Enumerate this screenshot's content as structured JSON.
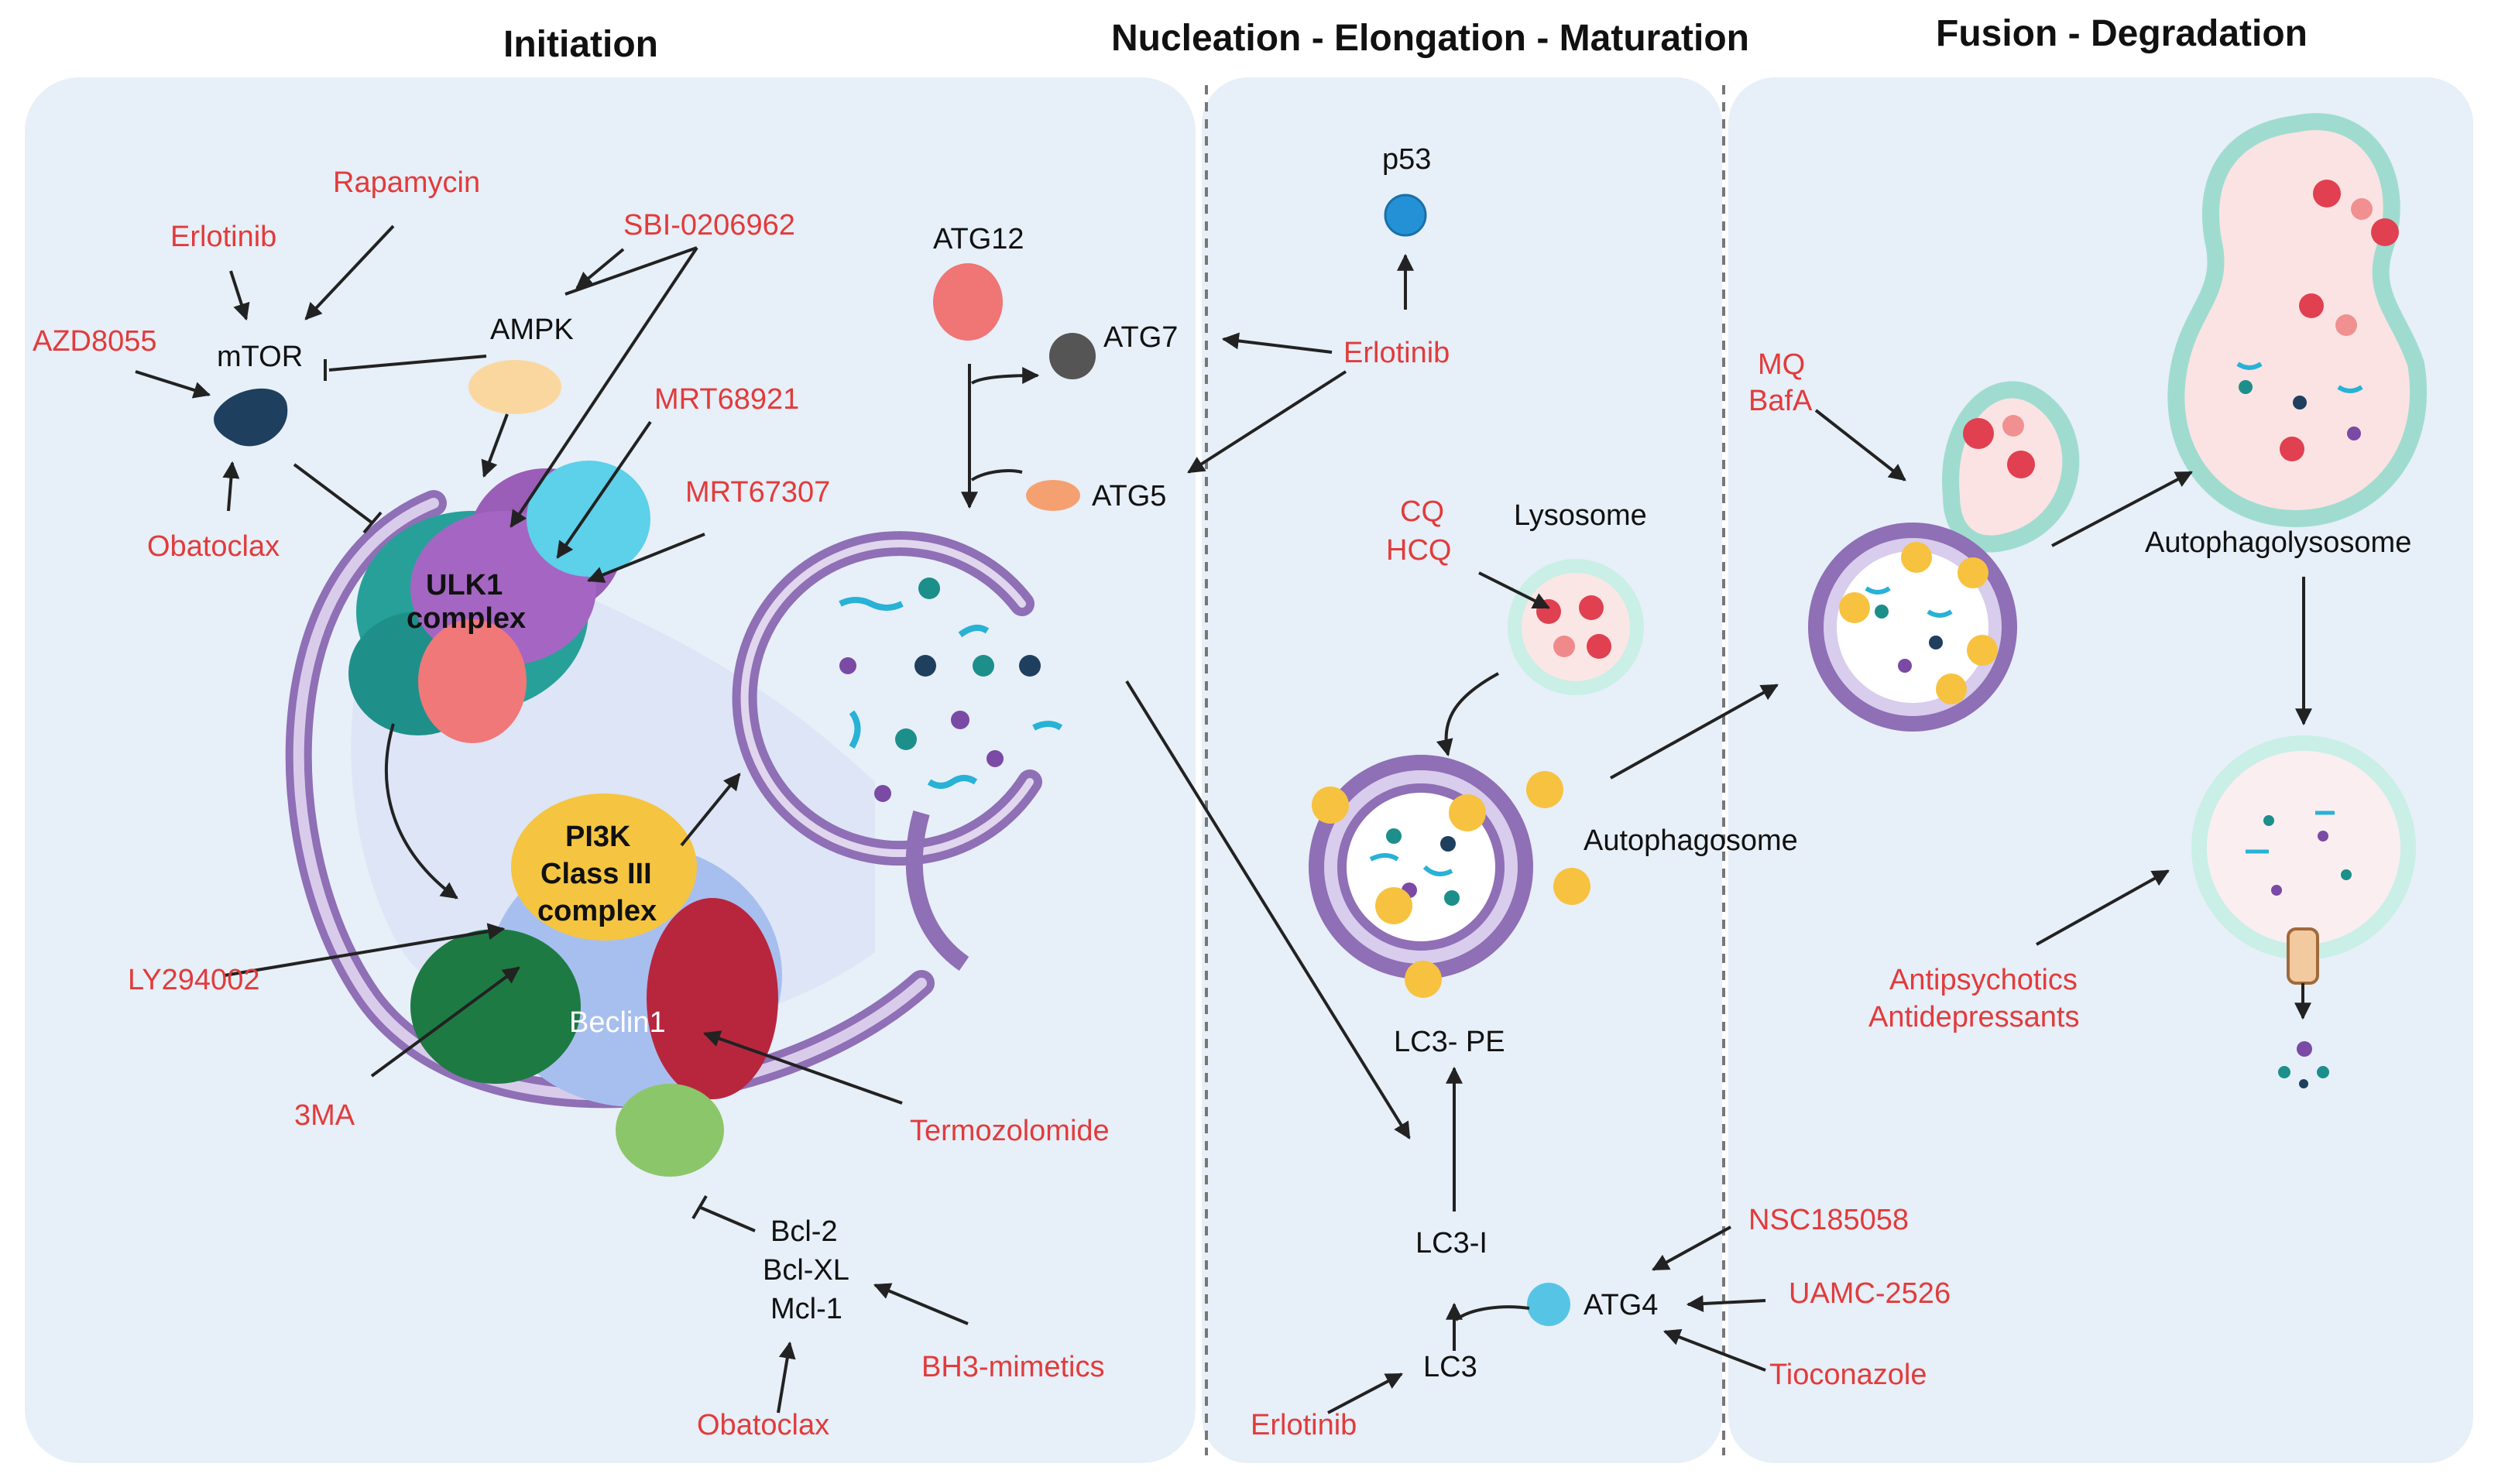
{
  "headers": {
    "initiation": "Initiation",
    "nucleation": "Nucleation - Elongation - Maturation",
    "fusion": "Fusion - Degradation"
  },
  "labels": {
    "rapamycin": "Rapamycin",
    "erlotinib_a": "Erlotinib",
    "sbi": "SBI-0206962",
    "azd": "AZD8055",
    "mtor": "mTOR",
    "ampk": "AMPK",
    "mrt68921": "MRT68921",
    "mrt67307": "MRT67307",
    "obatoclax_a": "Obatoclax",
    "ulk1_line1": "ULK1",
    "ulk1_line2": "complex",
    "pi3k_line1": "PI3K",
    "pi3k_line2": "Class III",
    "pi3k_line3": "complex",
    "beclin1": "Beclin1",
    "ly": "LY294002",
    "threema": "3MA",
    "termozolomide": "Termozolomide",
    "bcl2": "Bcl-2",
    "bclxl": "Bcl-XL",
    "mcl1": "Mcl-1",
    "bh3": "BH3-mimetics",
    "obatoclax_b": "Obatoclax",
    "atg12": "ATG12",
    "atg7": "ATG7",
    "atg5": "ATG5",
    "p53": "p53",
    "erlotinib_b": "Erlotinib",
    "cq": "CQ",
    "hcq": "HCQ",
    "lysosome": "Lysosome",
    "autophagosome": "Autophagosome",
    "lc3pe": "LC3- PE",
    "lc3i": "LC3-I",
    "lc3": "LC3",
    "atg4": "ATG4",
    "erlotinib_c": "Erlotinib",
    "nsc": "NSC185058",
    "uamc": "UAMC-2526",
    "tioconazole": "Tioconazole",
    "mq": "MQ",
    "bafa": "BafA",
    "autophagolysosome": "Autophagolysosome",
    "antipsychotics": "Antipsychotics",
    "antidepressants": "Antidepressants"
  },
  "colors": {
    "panel": "#e7eff8",
    "drug": "#e23b3b",
    "membrane": "#8f6fb5",
    "lysosome_ring": "#9fdccf",
    "receptor": "#f7c23f"
  }
}
